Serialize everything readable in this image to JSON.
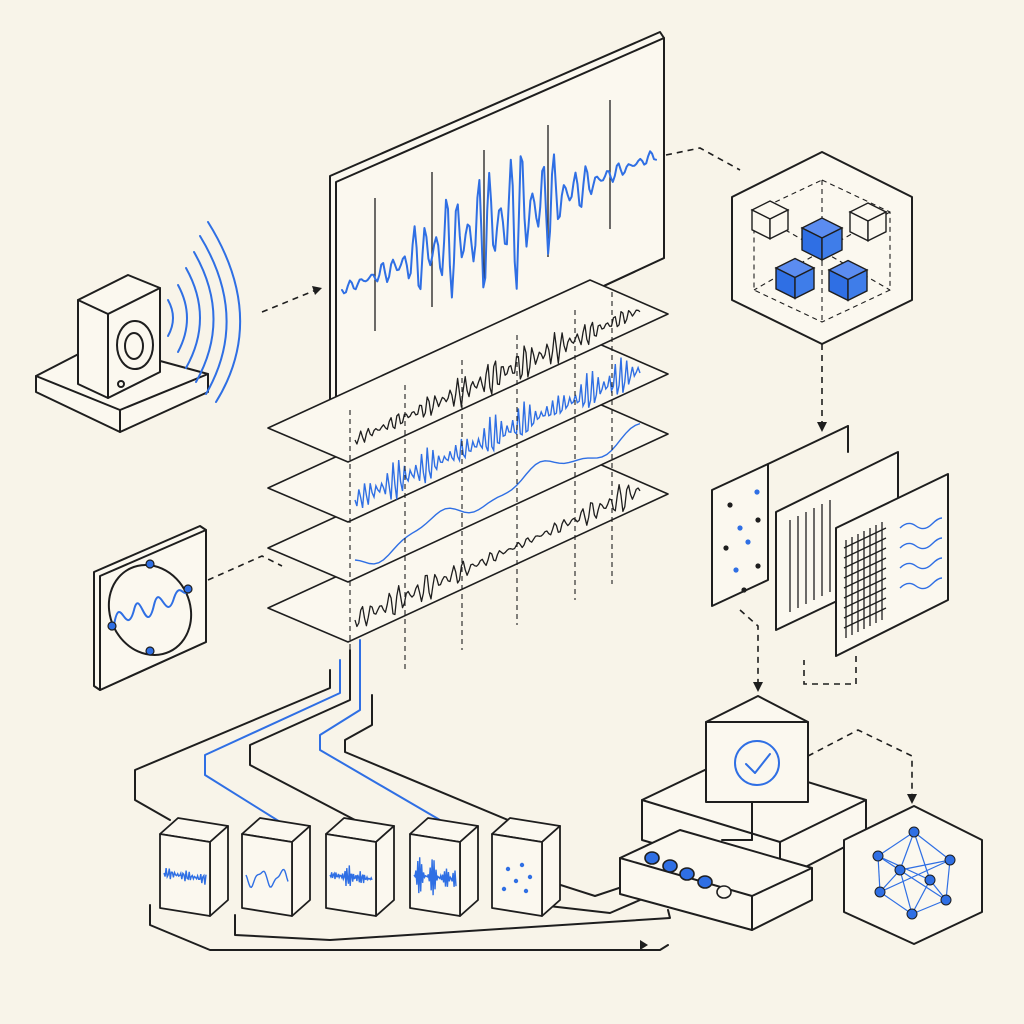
{
  "colors": {
    "background": "#f8f4e9",
    "ink": "#1e1e1e",
    "accent_blue": "#2f6fe4",
    "panel": "#fbf8ef"
  },
  "icons": {
    "speaker": "speaker-icon",
    "sound_waves": "sound-waves-icon",
    "waveform_display": "waveform-display-icon",
    "cube_cluster": "cube-cluster-icon",
    "feature_stack": "feature-layers-icon",
    "oscillator": "oscillator-icon",
    "feature_cards": "feature-cards-icon",
    "feature_blocks": "feature-blocks-icon",
    "processor_unit": "processor-unit-icon",
    "check": "check-circle-icon",
    "network_graph": "network-graph-icon"
  },
  "panels": {
    "feature_card_count": 3,
    "layer_count": 4,
    "feature_block_count": 5,
    "indicator_lights": 5
  }
}
